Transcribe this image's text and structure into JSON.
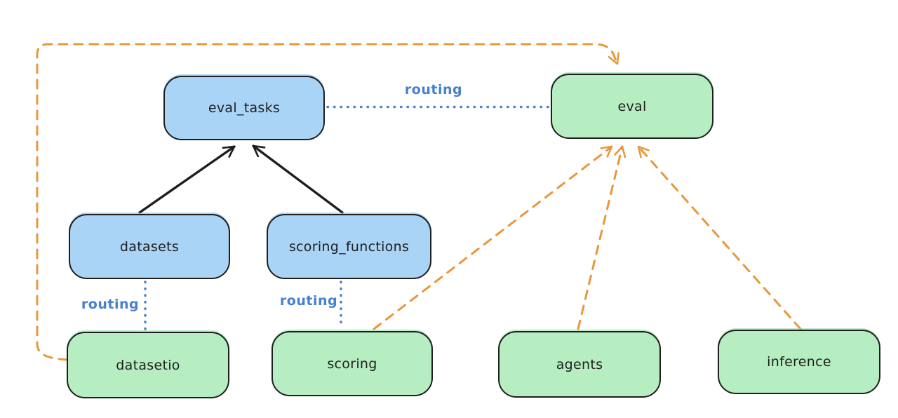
{
  "diagram": {
    "nodes": {
      "eval_tasks": {
        "label": "eval_tasks",
        "fill": "blue"
      },
      "eval": {
        "label": "eval",
        "fill": "green"
      },
      "datasets": {
        "label": "datasets",
        "fill": "blue"
      },
      "scoring_functions": {
        "label": "scoring_functions",
        "fill": "blue"
      },
      "datasetio": {
        "label": "datasetio",
        "fill": "green"
      },
      "scoring": {
        "label": "scoring",
        "fill": "green"
      },
      "agents": {
        "label": "agents",
        "fill": "green"
      },
      "inference": {
        "label": "inference",
        "fill": "green"
      }
    },
    "edge_labels": {
      "eval_tasks_to_eval": "routing",
      "datasets_to_datasetio": "routing",
      "scoring_functions_to_scoring": "routing"
    },
    "edges": [
      {
        "from": "datasets",
        "to": "eval_tasks",
        "style": "solid",
        "color": "black",
        "arrow": true,
        "label": ""
      },
      {
        "from": "scoring_functions",
        "to": "eval_tasks",
        "style": "solid",
        "color": "black",
        "arrow": true,
        "label": ""
      },
      {
        "from": "eval_tasks",
        "to": "eval",
        "style": "dotted",
        "color": "blue",
        "arrow": false,
        "label": "routing"
      },
      {
        "from": "datasets",
        "to": "datasetio",
        "style": "dotted",
        "color": "blue",
        "arrow": false,
        "label": "routing"
      },
      {
        "from": "scoring_functions",
        "to": "scoring",
        "style": "dotted",
        "color": "blue",
        "arrow": false,
        "label": "routing"
      },
      {
        "from": "datasetio",
        "to": "eval",
        "style": "dashed",
        "color": "orange",
        "arrow": true,
        "label": ""
      },
      {
        "from": "scoring",
        "to": "eval",
        "style": "dashed",
        "color": "orange",
        "arrow": true,
        "label": ""
      },
      {
        "from": "agents",
        "to": "eval",
        "style": "dashed",
        "color": "orange",
        "arrow": true,
        "label": ""
      },
      {
        "from": "inference",
        "to": "eval",
        "style": "dashed",
        "color": "orange",
        "arrow": true,
        "label": ""
      }
    ],
    "colors": {
      "blue_node_fill": "#a9d4f6",
      "green_node_fill": "#b6edc1",
      "node_border": "#1e1e1e",
      "solid_arrow_black": "#1e1e1e",
      "dashed_arrow_orange": "#e8973a",
      "dotted_line_blue": "#4780ce",
      "routing_label_blue": "#4780ce",
      "background": "#ffffff"
    }
  }
}
